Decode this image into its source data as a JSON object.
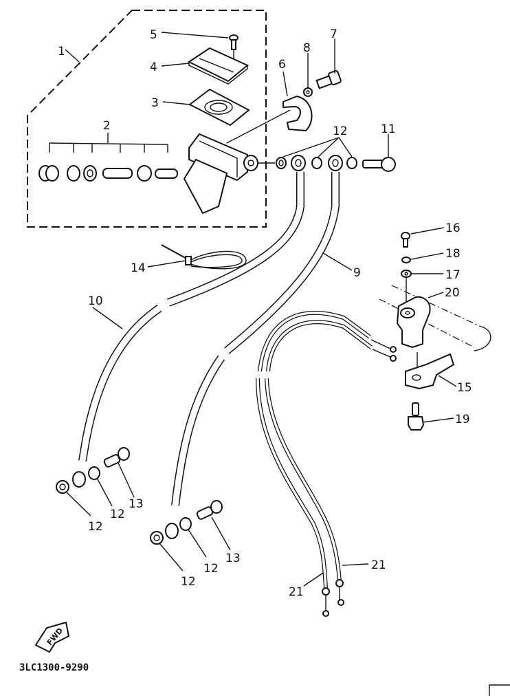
{
  "diagram": {
    "type": "exploded-parts-diagram",
    "subject": "front master cylinder, brake hoses and cables",
    "part_code": "3LC1300-9290",
    "direction_badge": "FWD",
    "callouts": {
      "c1": "1",
      "c2": "2",
      "c3": "3",
      "c4": "4",
      "c5": "5",
      "c6": "6",
      "c7": "7",
      "c8": "8",
      "c9": "9",
      "c10": "10",
      "c11": "11",
      "c12a": "12",
      "c12b": "12",
      "c12c": "12",
      "c12d": "12",
      "c12e": "12",
      "c13a": "13",
      "c13b": "13",
      "c14": "14",
      "c15": "15",
      "c16": "16",
      "c17": "17",
      "c18": "18",
      "c19": "19",
      "c20": "20",
      "c21a": "21",
      "c21b": "21"
    },
    "parts": [
      {
        "ref": "1",
        "name": "master cylinder assembly"
      },
      {
        "ref": "2",
        "name": "cylinder kit"
      },
      {
        "ref": "3",
        "name": "diaphragm"
      },
      {
        "ref": "4",
        "name": "reservoir cap"
      },
      {
        "ref": "5",
        "name": "screw"
      },
      {
        "ref": "6",
        "name": "holder"
      },
      {
        "ref": "7",
        "name": "bolt"
      },
      {
        "ref": "8",
        "name": "washer"
      },
      {
        "ref": "9",
        "name": "brake hose"
      },
      {
        "ref": "10",
        "name": "brake hose"
      },
      {
        "ref": "11",
        "name": "union bolt"
      },
      {
        "ref": "12",
        "name": "gasket"
      },
      {
        "ref": "13",
        "name": "union bolt"
      },
      {
        "ref": "14",
        "name": "cable tie"
      },
      {
        "ref": "15",
        "name": "lever"
      },
      {
        "ref": "16",
        "name": "screw"
      },
      {
        "ref": "17",
        "name": "washer"
      },
      {
        "ref": "18",
        "name": "nut"
      },
      {
        "ref": "19",
        "name": "bolt"
      },
      {
        "ref": "20",
        "name": "holder"
      },
      {
        "ref": "21",
        "name": "cable"
      }
    ]
  }
}
